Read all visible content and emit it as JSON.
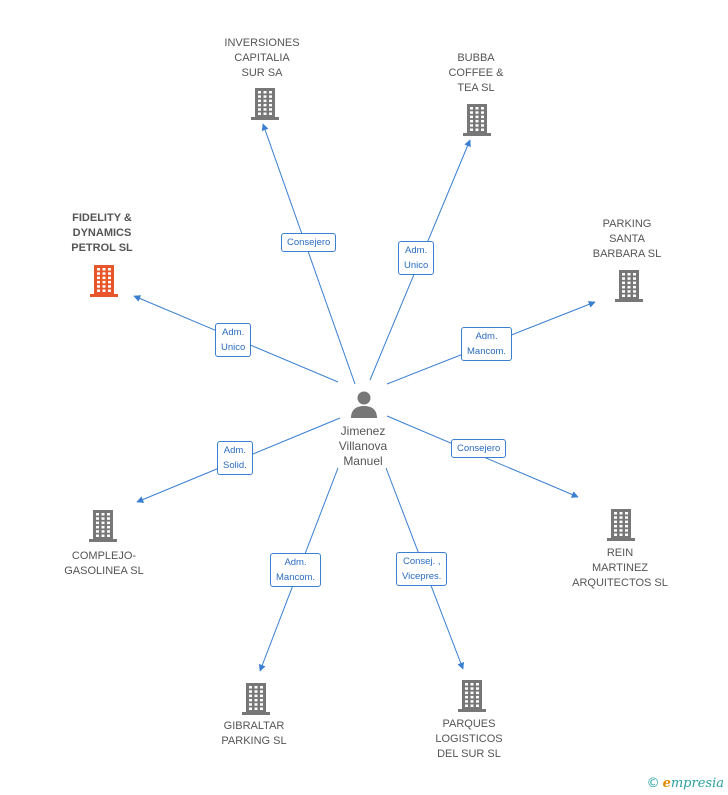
{
  "colors": {
    "edge": "#3a7fd0",
    "building": "#777777",
    "highlight": "#e8552a"
  },
  "center": {
    "label": "Jimenez\nVillanova\nManuel",
    "icon": "person-icon"
  },
  "nodes": [
    {
      "id": "inversiones",
      "label": "INVERSIONES\nCAPITALIA\nSUR SA",
      "highlight": false,
      "icon": "building-icon"
    },
    {
      "id": "bubba",
      "label": "BUBBA\nCOFFEE &\nTEA SL",
      "highlight": false,
      "icon": "building-icon"
    },
    {
      "id": "fidelity",
      "label": "FIDELITY &\nDYNAMICS\nPETROL SL",
      "highlight": true,
      "icon": "building-icon"
    },
    {
      "id": "parking-santa",
      "label": "PARKING\nSANTA\nBARBARA SL",
      "highlight": false,
      "icon": "building-icon"
    },
    {
      "id": "complejo",
      "label": "COMPLEJO-\nGASOLINEA SL",
      "highlight": false,
      "icon": "building-icon"
    },
    {
      "id": "rein",
      "label": "REIN\nMARTINEZ\nARQUITECTOS SL",
      "highlight": false,
      "icon": "building-icon"
    },
    {
      "id": "gibraltar",
      "label": "GIBRALTAR\nPARKING SL",
      "highlight": false,
      "icon": "building-icon"
    },
    {
      "id": "parques",
      "label": "PARQUES\nLOGISTICOS\nDEL SUR SL",
      "highlight": false,
      "icon": "building-icon"
    }
  ],
  "edges": [
    {
      "to": "inversiones",
      "label": "Consejero"
    },
    {
      "to": "bubba",
      "label": "Adm.\nUnico"
    },
    {
      "to": "fidelity",
      "label": "Adm.\nUnico"
    },
    {
      "to": "parking-santa",
      "label": "Adm.\nMancom."
    },
    {
      "to": "complejo",
      "label": "Adm.\nSolid."
    },
    {
      "to": "rein",
      "label": "Consejero"
    },
    {
      "to": "gibraltar",
      "label": "Adm.\nMancom."
    },
    {
      "to": "parques",
      "label": "Consej. ,\nVicepres."
    }
  ],
  "brand": {
    "copyright": "©",
    "name_first": "e",
    "name_rest": "mpresia"
  }
}
